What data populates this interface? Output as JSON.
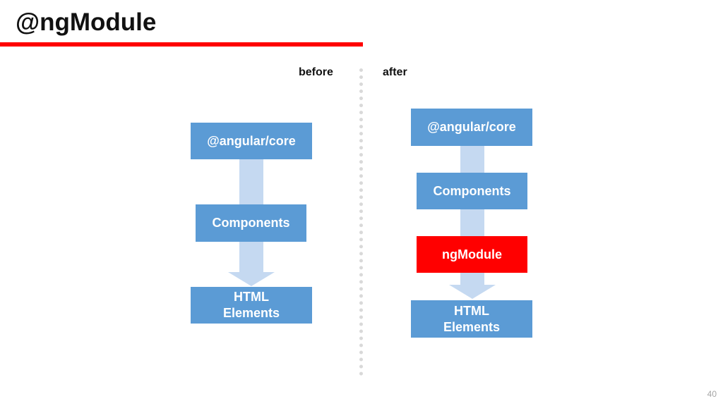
{
  "slide": {
    "title": "@ngModule",
    "page_number": "40",
    "accent_color": "#ff0000",
    "box_color": "#5b9bd5",
    "arrow_color": "#c5d9f1"
  },
  "before": {
    "label": "before",
    "nodes": [
      "@angular/core",
      "Components",
      "HTML\nElements"
    ]
  },
  "after": {
    "label": "after",
    "nodes": [
      "@angular/core",
      "Components",
      "ngModule",
      "HTML\nElements"
    ],
    "highlighted": "ngModule"
  }
}
